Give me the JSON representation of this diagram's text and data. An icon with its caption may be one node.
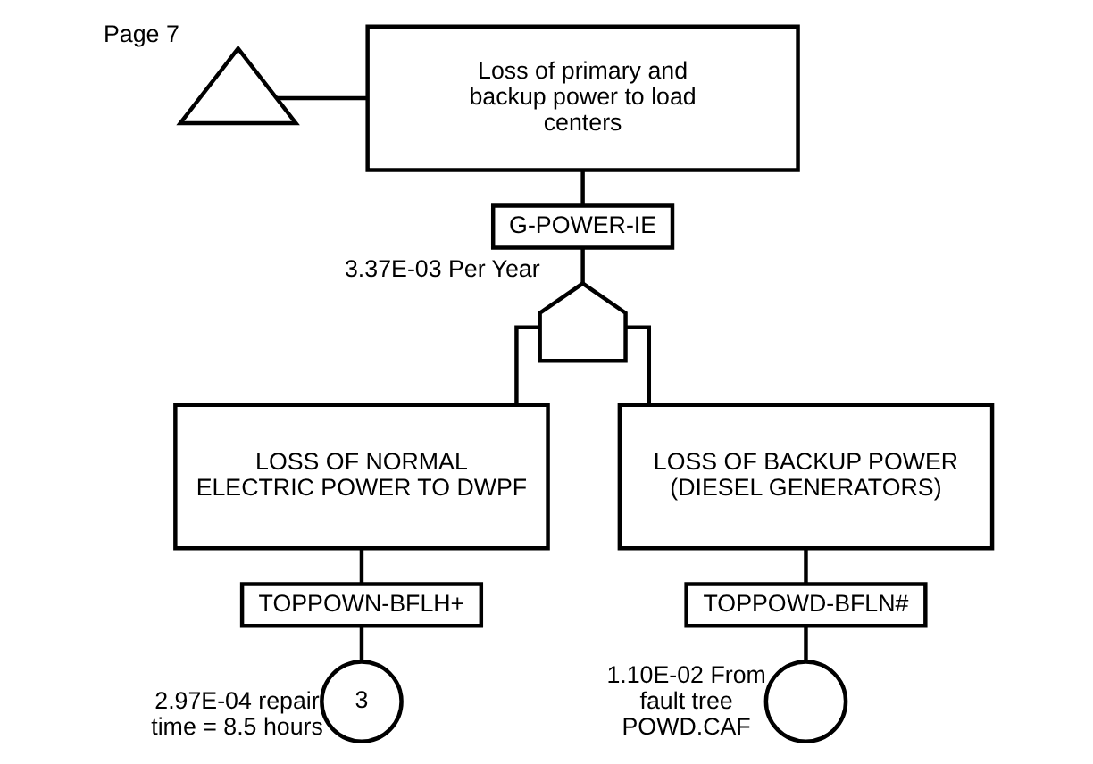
{
  "diagram": {
    "nodes": [
      {
        "text": [
          "Loss of primary and backup power to load centers"
        ]
      },
      {
        "text": [
          "G-POWER-IE"
        ]
      },
      {
        "text": [],
        "shape": "gate",
        "beside": [
          "3.37E-03 Per Year"
        ]
      },
      {
        "text": [],
        "shape": "triangle",
        "beside": [
          "Page 7"
        ]
      },
      {
        "text": [
          "LOSS OF NORMAL ELECTRIC POWER TO DWPF"
        ]
      },
      {
        "text": [
          "TOPPOWN-BFLH+"
        ]
      },
      {
        "text": [
          "3"
        ],
        "beside": [
          "2.97E-04 repair time = 8.5 hours"
        ]
      },
      {
        "text": [
          "LOSS OF BACKUP POWER (DIESEL GENERATORS)"
        ]
      },
      {
        "text": [
          "TOPPOWD-BFLN#"
        ]
      },
      {
        "text": [],
        "shape": "circle",
        "beside": [
          "1.10E-02 From fault tree POWD.CAF"
        ]
      }
    ],
    "edges": [
      {
        "from": 3,
        "to": 0,
        "arrow": "none"
      },
      {
        "from": 0,
        "to": 1,
        "arrow": "none"
      },
      {
        "from": 1,
        "to": 2,
        "arrow": "none"
      },
      {
        "from": 2,
        "to": 4,
        "arrow": "none"
      },
      {
        "from": 2,
        "to": 7,
        "arrow": "none"
      },
      {
        "from": 4,
        "to": 5,
        "arrow": "none"
      },
      {
        "from": 5,
        "to": 6,
        "arrow": "none"
      },
      {
        "from": 7,
        "to": 8,
        "arrow": "none"
      },
      {
        "from": 8,
        "to": 9,
        "arrow": "none"
      }
    ]
  }
}
